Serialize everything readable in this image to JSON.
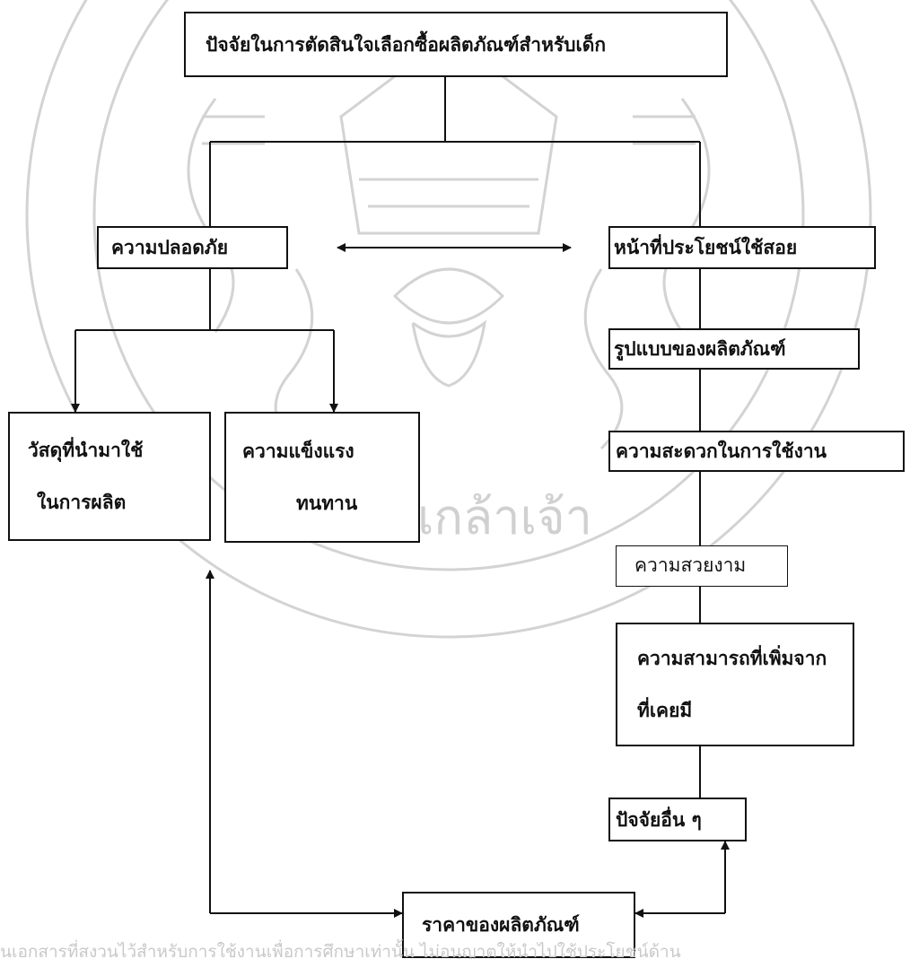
{
  "nodes": {
    "root": "ปัจจัยในการตัดสินใจเลือกซื้อผลิตภัณฑ์สำหรับเด็ก",
    "safety": "ความปลอดภัย",
    "function": "หน้าที่ประโยชน์ใช้สอย",
    "materials_line1": "วัสดุที่นำมาใช้",
    "materials_line2": "ในการผลิต",
    "strength_line1": "ความแข็งแรง",
    "strength_line2": "ทนทาน",
    "form": "รูปแบบของผลิตภัณฑ์",
    "convenience": "ความสะดวกในการใช้งาน",
    "beauty": "ความสวยงาม",
    "added_capability_line1": "ความสามารถที่เพิ่มจาก",
    "added_capability_line2": "ที่เคยมี",
    "other_factors": "ปัจจัยอื่น ๆ",
    "price": "ราคาของผลิตภัณฑ์"
  },
  "watermark": {
    "arc_text": "ขอมเกล้าเจ้า",
    "footer_text": "นเอกสารที่สงวนไว้สำหรับการใช้งานเพื่อการศึกษาเท่านั้น ไม่อนุญาตให้นำไปใช้ประโยชน์ด้าน"
  },
  "colors": {
    "line": "#111111",
    "watermark": "#cfcfcf"
  }
}
